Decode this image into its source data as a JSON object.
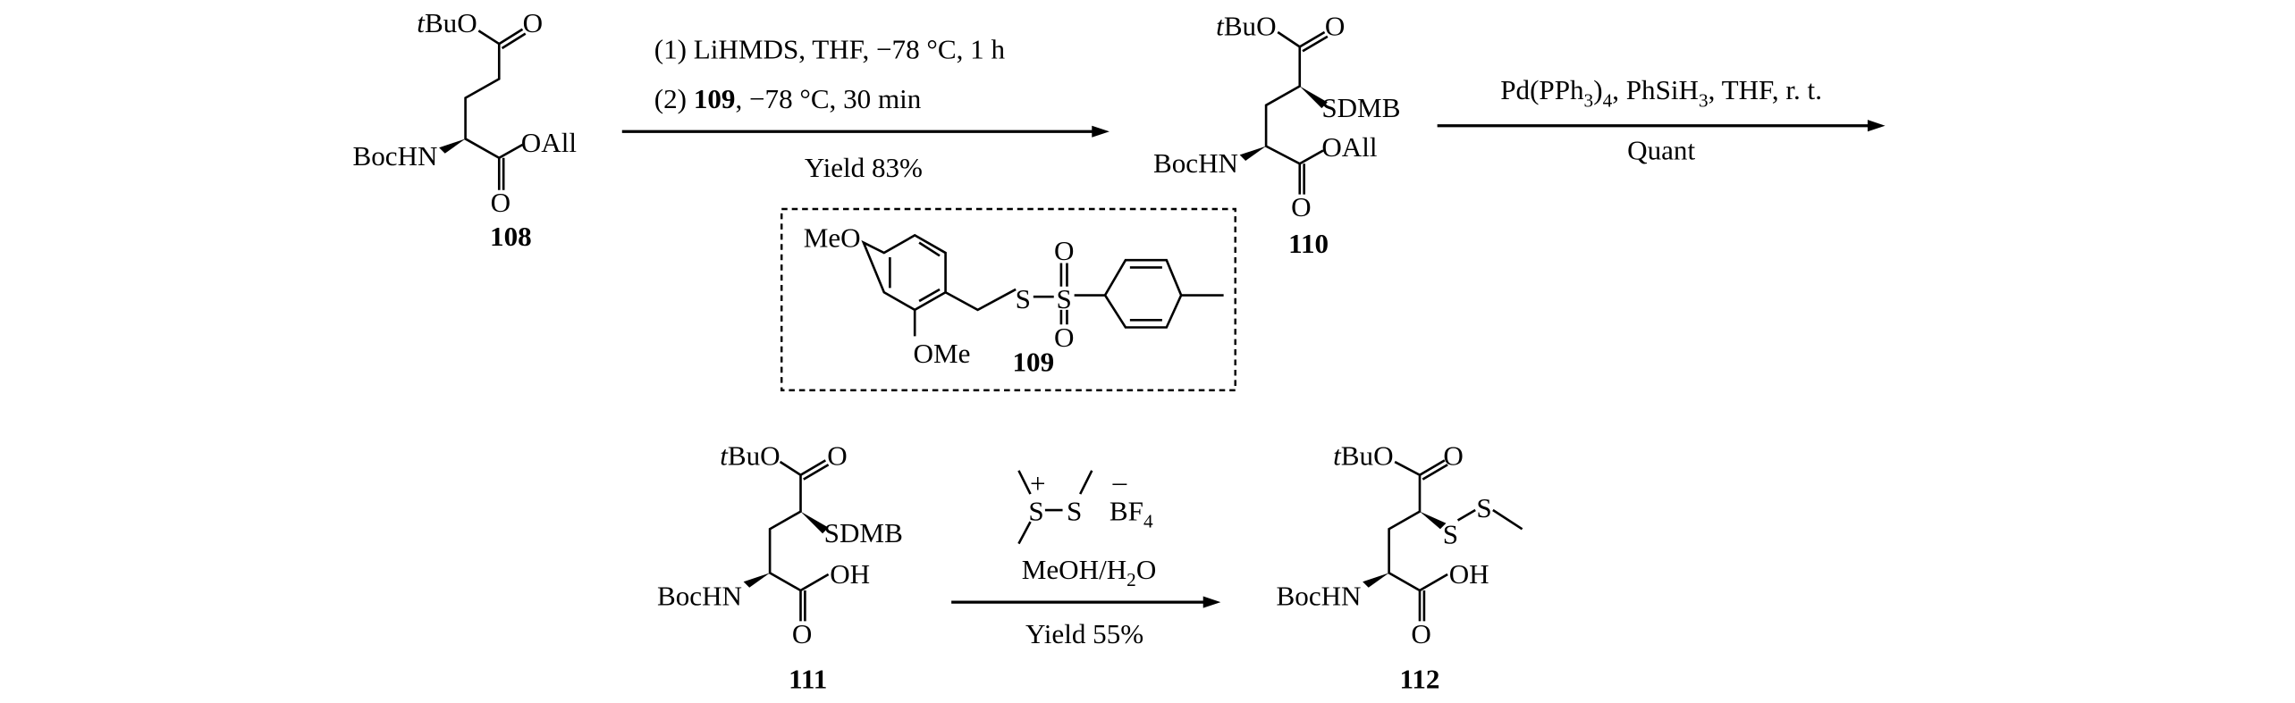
{
  "scheme": {
    "compounds": {
      "c108": {
        "label": "108",
        "tbu_t": "t",
        "tbu_rest": "BuO",
        "carbonyl_o": "O",
        "ester": "OAll",
        "ester_o": "O",
        "amine": "BocHN"
      },
      "c110": {
        "label": "110",
        "tbu_t": "t",
        "tbu_rest": "BuO",
        "carbonyl_o": "O",
        "thio": "SDMB",
        "ester": "OAll",
        "ester_o": "O",
        "amine": "BocHN"
      },
      "c109": {
        "label": "109",
        "meo": "MeO",
        "ome": "OMe",
        "s1": "S",
        "s2": "S",
        "o_top": "O",
        "o_bottom": "O"
      },
      "c111": {
        "label": "111",
        "tbu_t": "t",
        "tbu_rest": "BuO",
        "carbonyl_o": "O",
        "thio": "SDMB",
        "acid": "OH",
        "acid_o": "O",
        "amine": "BocHN"
      },
      "c112": {
        "label": "112",
        "tbu_t": "t",
        "tbu_rest": "BuO",
        "carbonyl_o": "O",
        "s1": "S",
        "s2": "S",
        "acid": "OH",
        "acid_o": "O",
        "amine": "BocHN"
      }
    },
    "step1": {
      "line1": "(1) LiHMDS, THF, −78 °C, 1 h",
      "line2_prefix": "(2) ",
      "line2_compound": "109",
      "line2_rest": ", −78 °C, 30 min",
      "yield": "Yield 83%"
    },
    "step2": {
      "reagent_parts": [
        "Pd(PPh",
        "3",
        ")",
        "4",
        ", PhSiH",
        "3",
        ", THF, r. t."
      ],
      "yield": "Quant"
    },
    "step3": {
      "reagent": {
        "s_plus": "S",
        "plus": "+",
        "s": "S",
        "minus": "–",
        "bf": "BF",
        "bf_sub": "4"
      },
      "solvent_parts": [
        "MeOH/H",
        "2",
        "O"
      ],
      "yield": "Yield 55%"
    }
  }
}
